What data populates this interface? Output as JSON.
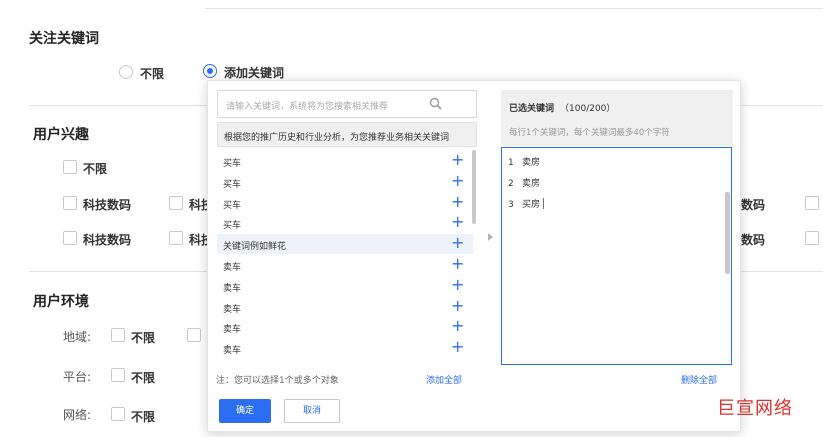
{
  "focus_keywords": {
    "title": "关注关键词",
    "options": [
      "不限",
      "添加关键词"
    ],
    "selected_index": 1
  },
  "interests": {
    "title": "用户兴趣",
    "unlimited": "不限",
    "row1": [
      "科技数码",
      "科技",
      "数码"
    ],
    "row2": [
      "科技数码",
      "科技",
      "数码"
    ]
  },
  "environment": {
    "title": "用户环境",
    "region_label": "地域:",
    "platform_label": "平台:",
    "network_label": "网络:",
    "unlimited": "不限"
  },
  "popup": {
    "search_placeholder": "请输入关键词，系统将为您搜索相关推荐",
    "recommend_text": "根据您的推广历史和行业分析，为您推荐业务相关关键词",
    "keywords": [
      "买车",
      "买车",
      "买车",
      "买车",
      "关键词例如鲜花",
      "卖车",
      "卖车",
      "卖车",
      "卖车",
      "卖车"
    ],
    "highlight_index": 4,
    "plus_symbol": "+",
    "footer_note": "注：您可以选择1个或多个对象",
    "add_all": "添加全部",
    "confirm": "确定",
    "cancel": "取消",
    "selected_title": "已选关键词",
    "selected_count": "（100/200）",
    "selected_hint": "每行1个关键词，每个关键词最多40个字符",
    "selected": [
      {
        "num": "1",
        "text": "卖房"
      },
      {
        "num": "2",
        "text": "卖房"
      },
      {
        "num": "3",
        "text": "买房"
      }
    ],
    "delete_all": "删除全部"
  },
  "watermark": "巨宣网络",
  "colors": {
    "accent": "#2c6ef2",
    "watermark": "#e0302a",
    "panel_gray": "#f0f0f0"
  }
}
